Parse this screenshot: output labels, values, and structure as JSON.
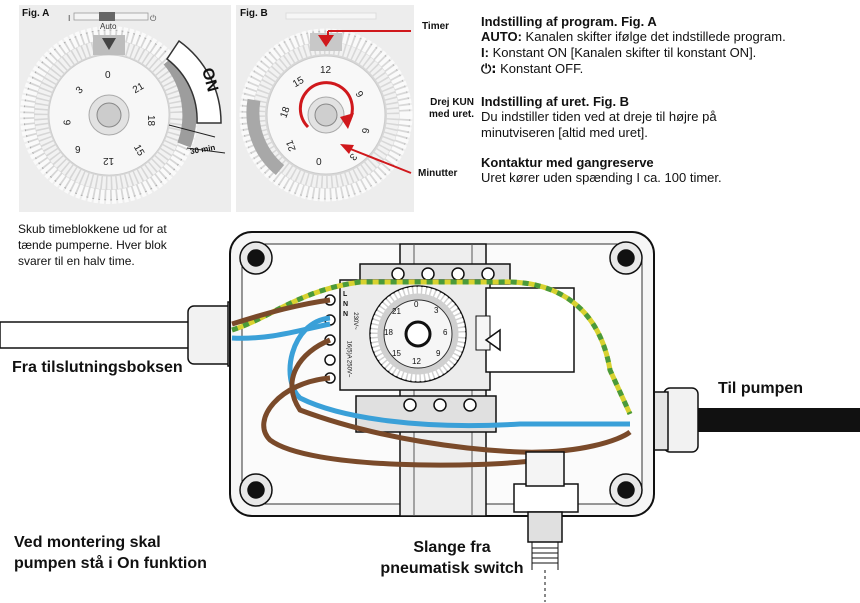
{
  "figA": {
    "label": "Fig. A",
    "auto": "Auto",
    "dial_numbers": [
      "0",
      "21",
      "18",
      "15",
      "12",
      "9",
      "6",
      "3"
    ],
    "on_label": "ON",
    "min_label": "30 min"
  },
  "figB": {
    "label": "Fig. B",
    "dial_numbers": [
      "12",
      "15",
      "18",
      "21",
      "0",
      "3",
      "6",
      "9"
    ],
    "callouts": {
      "timer": "Timer",
      "adjust_l1": "Drej KUN",
      "adjust_l2": "med uret.",
      "minutes": "Minutter"
    }
  },
  "desc": {
    "program_title": "Indstilling af program. Fig. A",
    "program_auto_key": "AUTO:",
    "program_auto_text": " Kanalen skifter ifølge det indstillede program.",
    "program_on_key": "I:",
    "program_on_text": " Konstant ON [Kanalen skifter til konstant ON].",
    "program_off_key": "⏻:",
    "program_off_text": " Konstant OFF.",
    "clock_title": "Indstilling af uret. Fig. B",
    "clock_l1": "Du indstiller tiden ved at dreje til højre på",
    "clock_l2": "minutviseren [altid med uret].",
    "reserve_title": "Kontaktur med gangreserve",
    "reserve_text": "Uret kører uden spænding I ca. 100 timer."
  },
  "note": {
    "l1": "Skub timeblokkene ud for at",
    "l2": "tænde pumperne. Hver blok",
    "l3": "svarer til en halv time."
  },
  "labels": {
    "from_box": "Fra tilslutningsboksen",
    "to_pump": "Til pumpen",
    "mounting_l1": "Ved montering skal",
    "mounting_l2": "pumpen stå i On funktion",
    "hose_l1": "Slange fra",
    "hose_l2": "pneumatisk switch"
  },
  "timer_unit": {
    "terminals": [
      "L",
      "N",
      "",
      "N"
    ],
    "voltage": "230V~",
    "rating": "16(5)A 250V~",
    "dial_numbers": [
      "0",
      "3",
      "6",
      "9",
      "12",
      "15",
      "18",
      "21"
    ]
  },
  "colors": {
    "brown_wire": "#7a4a2a",
    "blue_wire": "#3aa0d8",
    "earth_yellow": "#d8d230",
    "earth_green": "#4a9a3a",
    "arrow_red": "#d0181c"
  }
}
